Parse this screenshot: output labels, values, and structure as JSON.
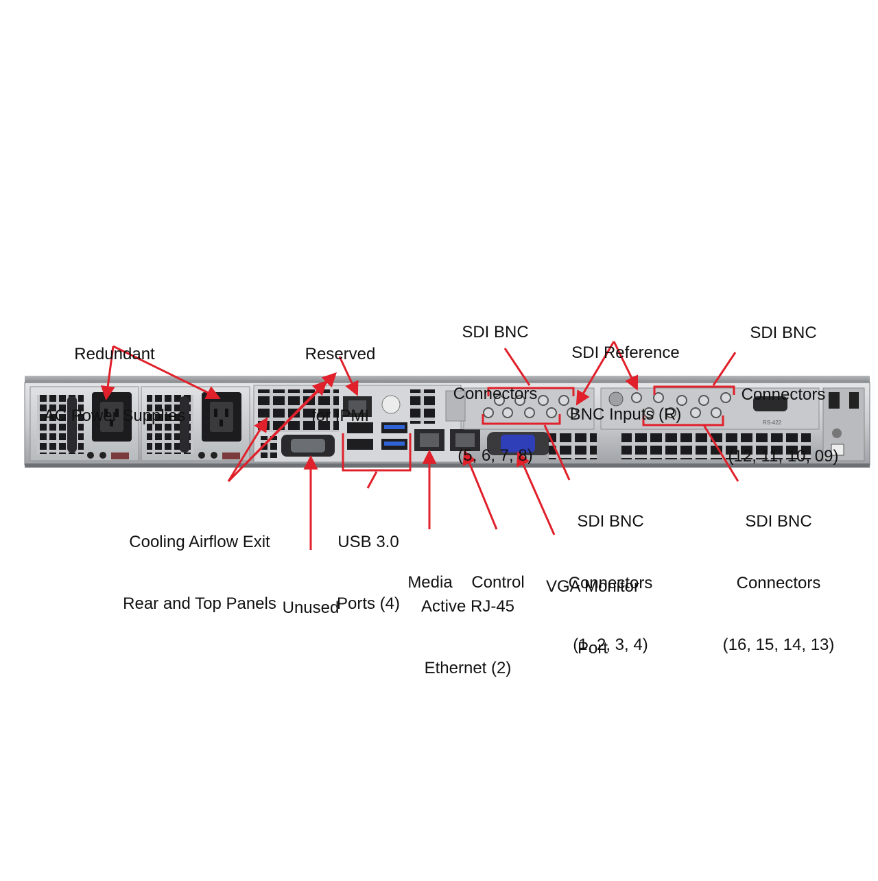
{
  "colors": {
    "annotation": "#e0202a",
    "chassis_light": "#cfd1d3",
    "chassis_dark": "#1f1f21",
    "vga_blue": "#2f3fb8"
  },
  "labels": {
    "psu": [
      "Redundant",
      "AC Power Supplies"
    ],
    "ipmi": [
      "Reserved",
      "for IPMI"
    ],
    "sdi_5_8": [
      "SDI BNC",
      "Connectors",
      "(5, 6, 7, 8)"
    ],
    "sdi_ref": [
      "SDI Reference",
      "BNC Inputs (R)"
    ],
    "sdi_12_9": [
      "SDI BNC",
      "Connectors",
      "(12, 11, 10, 09)"
    ],
    "cooling": [
      "Cooling Airflow Exit",
      "Rear and Top Panels"
    ],
    "usb": [
      "USB 3.0",
      "Ports (4)"
    ],
    "sdi_1_4": [
      "SDI BNC",
      "Connectors",
      "(1, 2, 3, 4)"
    ],
    "sdi_16_13": [
      "SDI BNC",
      "Connectors",
      "(16, 15, 14, 13)"
    ],
    "unused": [
      "Unused"
    ],
    "media": [
      "Media"
    ],
    "control": [
      "Control"
    ],
    "rj45": [
      "Active RJ-45",
      "Ethernet (2)"
    ],
    "vga": [
      "VGA Monitor",
      "Port"
    ]
  },
  "panel_text": {
    "rs422_label": "RS-422"
  }
}
